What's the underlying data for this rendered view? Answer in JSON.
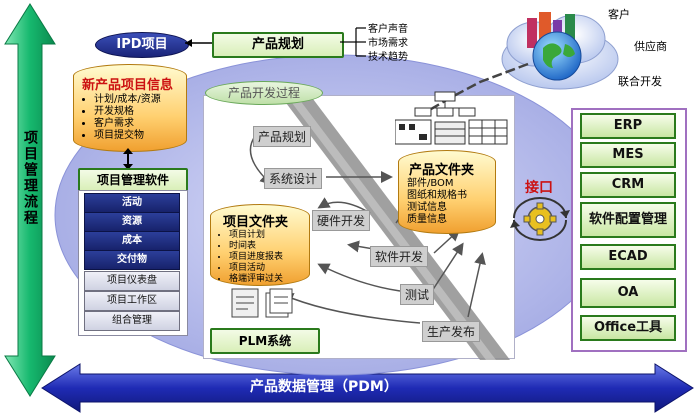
{
  "vertical_axis": {
    "label": "项目管理流程"
  },
  "bottom_axis": {
    "label": "产品数据管理（PDM）"
  },
  "ipd": {
    "label": "IPD项目"
  },
  "product_planning": {
    "label": "产品规划",
    "inputs": [
      "客户声音",
      "市场需求",
      "技术趋势"
    ]
  },
  "cloud": {
    "labels": [
      "客户",
      "供应商",
      "联合开发"
    ]
  },
  "new_product_info": {
    "title": "新产品项目信息",
    "items": [
      "计划/成本/资源",
      "开发规格",
      "客户需求",
      "项目提交物"
    ]
  },
  "pm_software": {
    "title": "项目管理软件",
    "modules": [
      "活动",
      "资源",
      "成本",
      "交付物"
    ],
    "tools": [
      "项目仪表盘",
      "项目工作区",
      "组合管理"
    ]
  },
  "dev_process": {
    "label": "产品开发过程",
    "stages": [
      "产品规划",
      "系统设计",
      "硬件开发",
      "软件开发",
      "测试",
      "生产发布"
    ]
  },
  "project_folder": {
    "title": "项目文件夹",
    "items": [
      "项目计划",
      "时间表",
      "项目进度报表",
      "项目活动",
      "格端评审过关"
    ]
  },
  "product_folder": {
    "title": "产品文件夹",
    "items": [
      "部件/BOM",
      "图纸和规格书",
      "测试信息",
      "质量信息"
    ]
  },
  "plm": {
    "label": "PLM系统"
  },
  "interface": {
    "label": "接口"
  },
  "systems": [
    "ERP",
    "MES",
    "CRM",
    "软件配置管理",
    "ECAD",
    "OA",
    "Office工具"
  ],
  "colors": {
    "accent_green": "#1fbf7a",
    "navy": "#1f2a8a",
    "purple_border": "#a070c0",
    "red": "#cc1111"
  }
}
